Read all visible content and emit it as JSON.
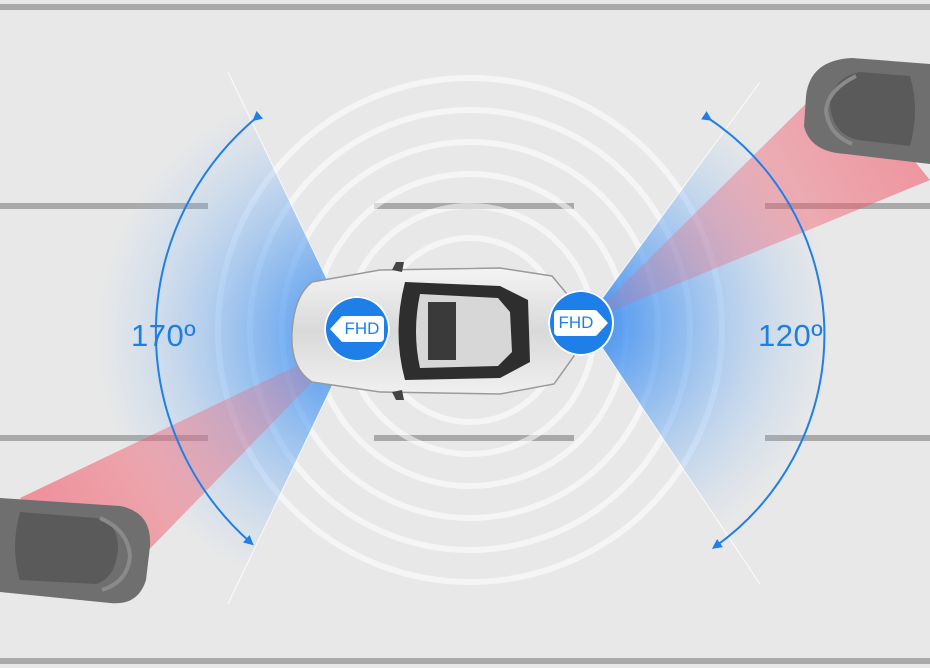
{
  "cameras": {
    "rear": {
      "angle_label": "170º",
      "badge_label": "FHD",
      "field_of_view_deg": 170
    },
    "front": {
      "angle_label": "120º",
      "badge_label": "FHD",
      "field_of_view_deg": 120
    }
  },
  "colors": {
    "accent_blue": "#1f7fe8",
    "fov_blue": "#3d8ef2",
    "target_red": "#f25a6b",
    "road": "#e8e8e8",
    "lane_marking": "#a9a9a9"
  }
}
